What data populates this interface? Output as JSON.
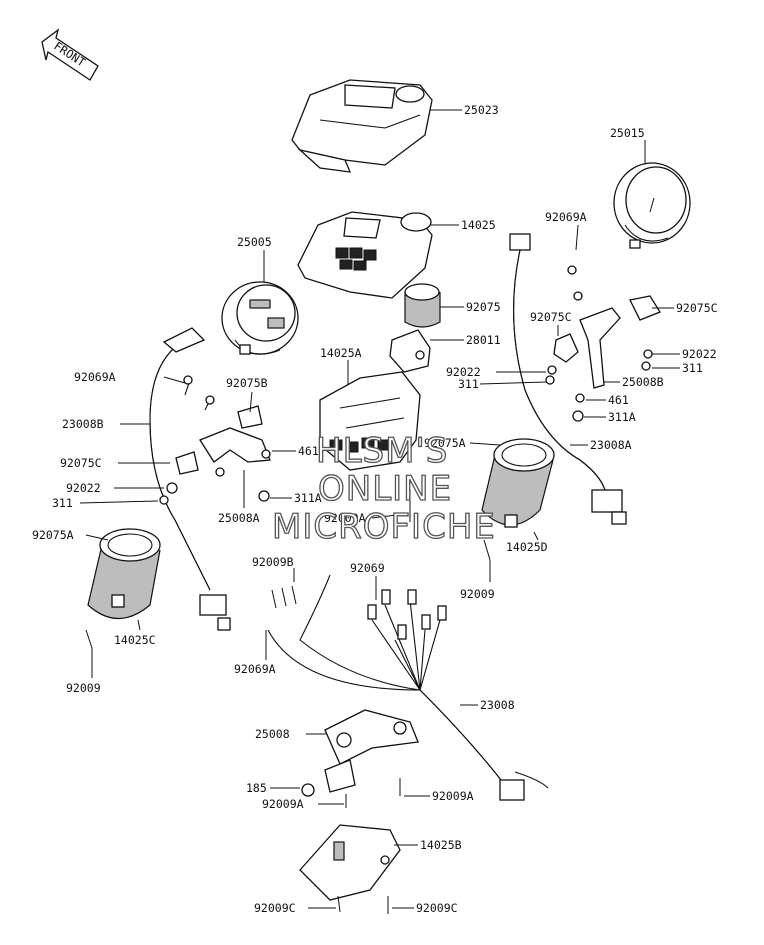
{
  "front_label": "FRONT",
  "callouts": [
    "25023",
    "25015",
    "92069A",
    "14025",
    "25005",
    "92075",
    "92075C",
    "28011",
    "92075C",
    "14025A",
    "92022",
    "92022",
    "92069A",
    "311",
    "311",
    "25008B",
    "92075B",
    "461",
    "311A",
    "23008B",
    "92075A",
    "23008A",
    "92075C",
    "461",
    "92022",
    "311A",
    "311",
    "25008A",
    "92009A",
    "92075A",
    "14025D",
    "92009",
    "14025C",
    "92009",
    "92009B",
    "92069",
    "92069A",
    "23008",
    "25008",
    "185",
    "92009A",
    "92009A",
    "14025B",
    "92009C",
    "92009C"
  ],
  "watermark": [
    "HLSM'S",
    "ONLINE",
    "MICROFICHE"
  ],
  "colors": {
    "ink": "#111111",
    "shade": "#bdbdbd",
    "background": "#ffffff"
  }
}
